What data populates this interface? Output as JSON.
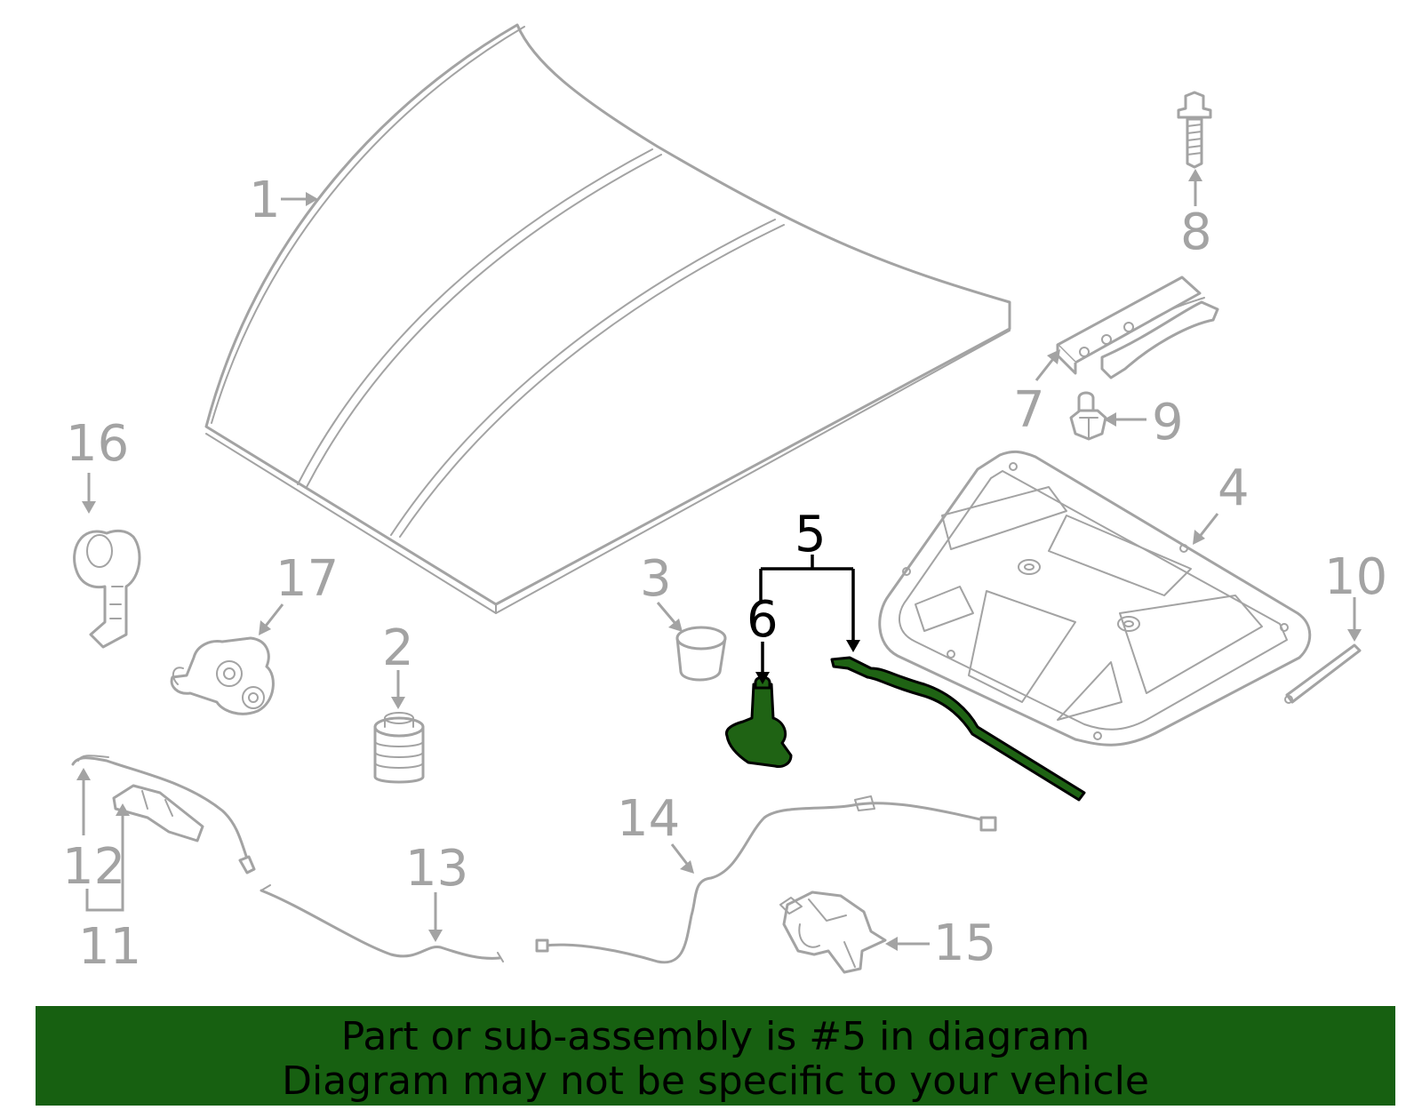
{
  "callouts": {
    "c1": "1",
    "c2": "2",
    "c3": "3",
    "c4": "4",
    "c5": "5",
    "c6": "6",
    "c7": "7",
    "c8": "8",
    "c9": "9",
    "c10": "10",
    "c11": "11",
    "c12": "12",
    "c13": "13",
    "c14": "14",
    "c15": "15",
    "c16": "16",
    "c17": "17"
  },
  "banner": {
    "line1": "Part or sub-assembly is #5 in diagram",
    "line2": "Diagram may not be specific to your vehicle",
    "color": "#176011"
  },
  "colors": {
    "part_outline": "#a3a3a3",
    "highlight_part": "#1f6314",
    "highlight_text": "#000000"
  }
}
